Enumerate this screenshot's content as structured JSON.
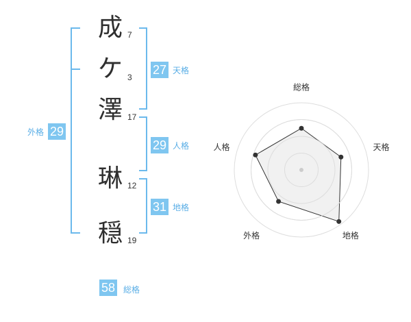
{
  "name_chars": [
    {
      "char": "成",
      "strokes": "7"
    },
    {
      "char": "ケ",
      "strokes": "3"
    },
    {
      "char": "澤",
      "strokes": "17"
    },
    {
      "char": "琳",
      "strokes": "12"
    },
    {
      "char": "穏",
      "strokes": "19"
    }
  ],
  "fortune": {
    "tenkaku": {
      "value": "27",
      "label": "天格"
    },
    "jinkaku": {
      "value": "29",
      "label": "人格"
    },
    "chikaku": {
      "value": "31",
      "label": "地格"
    },
    "gaikaku": {
      "value": "29",
      "label": "外格"
    },
    "soukaku": {
      "value": "58",
      "label": "総格"
    }
  },
  "chart_data": {
    "type": "radar",
    "axes": [
      "総格",
      "天格",
      "地格",
      "外格",
      "人格"
    ],
    "values": [
      0.62,
      0.62,
      0.95,
      0.58,
      0.72
    ],
    "max": 1,
    "rings": 4,
    "colors": {
      "fill": "#eeeeee",
      "line": "#333333",
      "ring": "#dddddd"
    }
  },
  "colors": {
    "accent": "#7fc6f0",
    "label": "#5aaee6",
    "bracket": "#6bb9ec"
  }
}
